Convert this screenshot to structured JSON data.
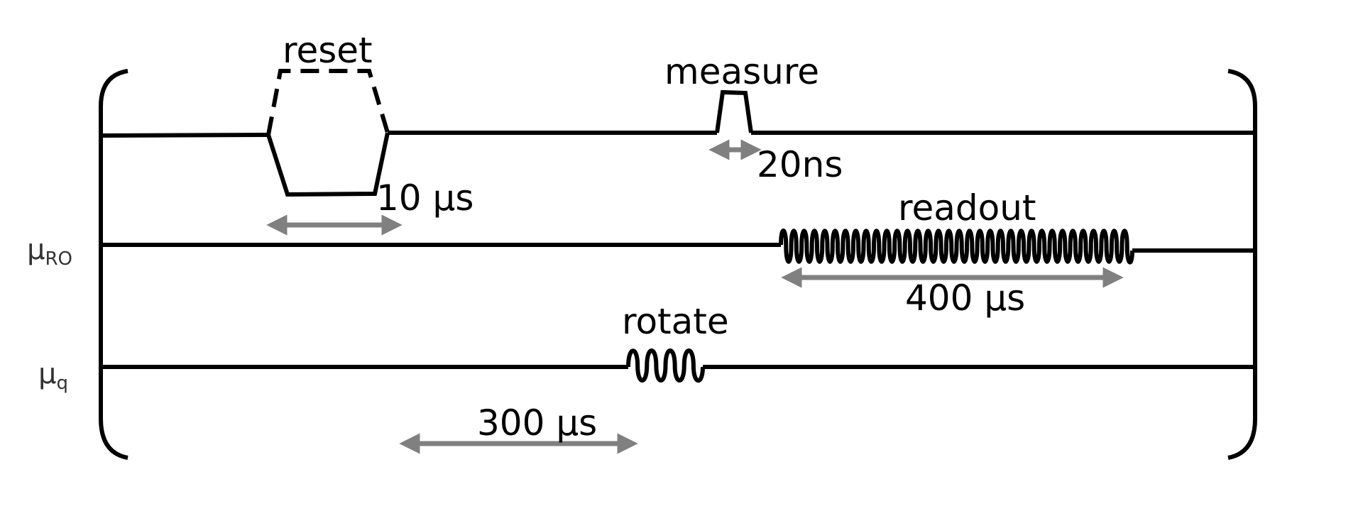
{
  "pulse_labels": {
    "reset": "reset",
    "measure": "measure",
    "readout": "readout",
    "rotate": "rotate"
  },
  "durations": {
    "reset": "10 µs",
    "measure": "20ns",
    "readout": "400 µs",
    "delay": "300 µs"
  },
  "channels": {
    "readout_symbol": "µ",
    "readout_sub": "RO",
    "qubit_symbol": "µ",
    "qubit_sub": "q"
  },
  "colors": {
    "line": "#000000",
    "arrow": "#808080",
    "channel_text": "#333333"
  }
}
